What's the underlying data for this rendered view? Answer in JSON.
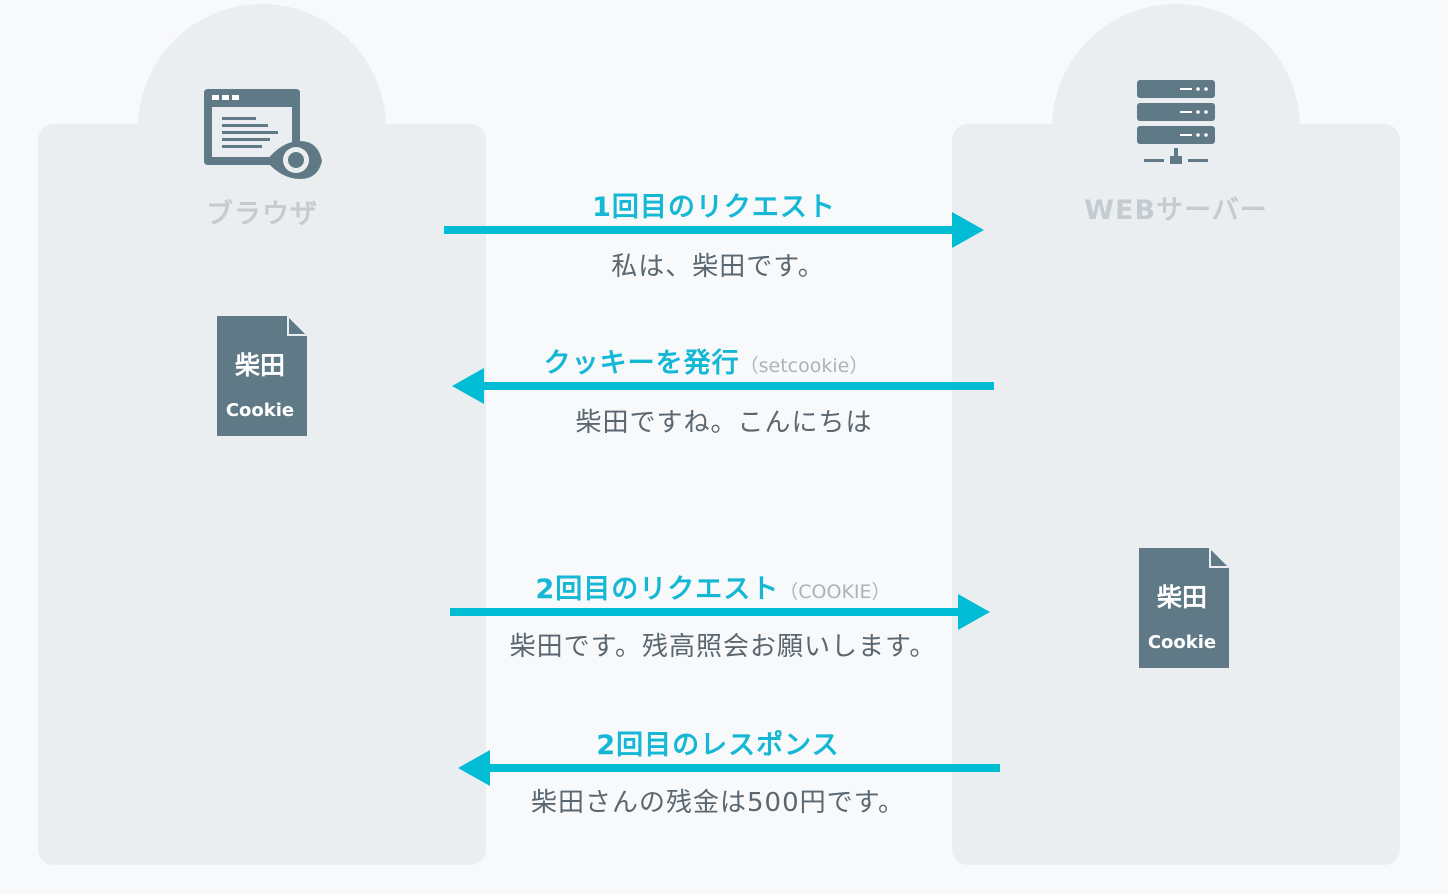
{
  "actors": {
    "browser": {
      "label": "ブラウザ",
      "icon": "browser-eye-icon"
    },
    "server": {
      "label": "WEBサーバー",
      "icon": "server-icon"
    }
  },
  "cookies": {
    "browser_cookie": {
      "name": "柴田",
      "label": "Cookie"
    },
    "server_cookie": {
      "name": "柴田",
      "label": "Cookie"
    }
  },
  "messages": [
    {
      "title": "1回目のリクエスト",
      "note": "",
      "body": "私は、柴田です。",
      "direction": "right"
    },
    {
      "title": "クッキーを発行",
      "note": "（setcookie）",
      "body": "柴田ですね。こんにちは",
      "direction": "left"
    },
    {
      "title": "2回目のリクエスト",
      "note": "（COOKIE）",
      "body": "柴田です。残高照会お願いします。",
      "direction": "right"
    },
    {
      "title": "2回目のレスポンス",
      "note": "",
      "body": "柴田さんの残金は500円です。",
      "direction": "left"
    }
  ],
  "colors": {
    "accent": "#00bcd4",
    "icon": "#5f7a86",
    "panel": "#ebeef1",
    "text": "#5b6770",
    "muted_label": "#c4cbd1"
  }
}
